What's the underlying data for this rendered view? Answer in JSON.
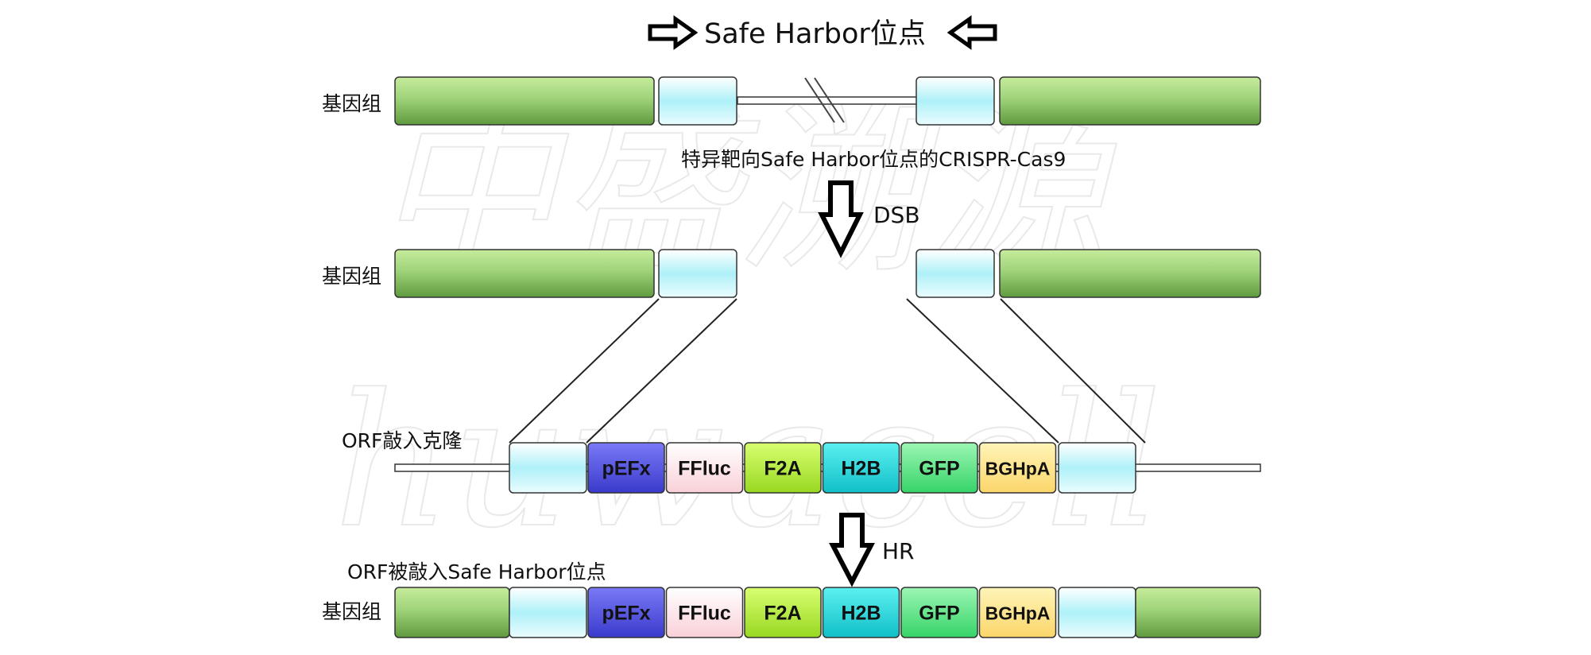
{
  "title": "Safe Harbor位点",
  "row_label_genome": "基因组",
  "crispr_label": "特异靶向Safe Harbor位点的CRISPR-Cas9",
  "dsb_label": "DSB",
  "orf_label": "ORF敲入克隆",
  "hr_label": "HR",
  "final_label": "ORF被敲入Safe Harbor位点",
  "watermark": {
    "cn": "中盛溯源",
    "en": "huwacell"
  },
  "segments": [
    {
      "key": "pefx",
      "label": "pEFx",
      "color": "#5555ee"
    },
    {
      "key": "ffluc",
      "label": "FFluc",
      "color": "#fde8ec"
    },
    {
      "key": "f2a",
      "label": "F2A",
      "color": "#b8f23a"
    },
    {
      "key": "h2b",
      "label": "H2B",
      "color": "#20d8dc"
    },
    {
      "key": "gfp",
      "label": "GFP",
      "color": "#5ee68a"
    },
    {
      "key": "bghpa",
      "label": "BGHpA",
      "color": "#fde58a"
    }
  ],
  "colors": {
    "genome": "#8cc96a",
    "homology_arm": "#bff5fb"
  }
}
